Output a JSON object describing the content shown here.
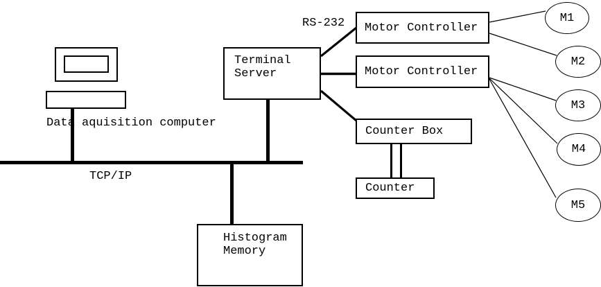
{
  "diagram": {
    "labels": {
      "rs232": "RS-232",
      "tcpip": "TCP/IP",
      "data_acquisition": "Data aquisition computer"
    },
    "nodes": {
      "terminal_server": "Terminal\nServer",
      "motor_controller_1": "Motor Controller",
      "motor_controller_2": "Motor Controller",
      "counter_box": "Counter Box",
      "counter": "Counter",
      "histogram_memory": "Histogram\nMemory",
      "motors": [
        "M1",
        "M2",
        "M3",
        "M4",
        "M5"
      ]
    },
    "colors": {
      "line": "#000000",
      "background": "#ffffff",
      "text": "#000000"
    }
  }
}
